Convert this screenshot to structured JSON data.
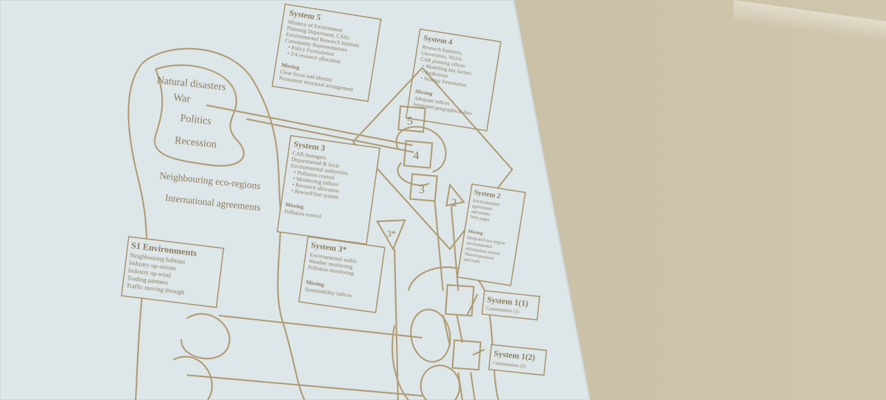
{
  "slide": {
    "system5": {
      "title": "System 5",
      "lines": [
        "Ministry of Environment",
        "Planning Department, CAEs",
        "Environmental Research Institute",
        "Community Representatives",
        "• Policy Formulation",
        "• 3/4 resource allocation"
      ],
      "missing_title": "Missing",
      "missing_lines": [
        "Clear focus and identity",
        "Permanent structural arrangement"
      ]
    },
    "system4": {
      "title": "System 4",
      "lines": [
        "Research Institutes,",
        "Universities, NGOs",
        "CAR planning offices",
        "• Modelling key factors",
        "• Predictions",
        "• Strategy formulation"
      ],
      "missing_title": "Missing",
      "missing_lines": [
        "Adequate indices",
        "Integrated geographical data"
      ]
    },
    "system3": {
      "title": "System 3",
      "lines": [
        "CAR managers",
        "Departmental & local",
        "Environmental authorities",
        "• Pollution control",
        "• Monitoring indices",
        "• Resource allocation",
        "• Reward/fine system"
      ],
      "missing_title": "Missing",
      "missing_lines": [
        "Pollution control"
      ]
    },
    "system3star": {
      "title": "System 3*",
      "lines": [
        "Environmental audits",
        "Weather monitoring",
        "Pollution monitoring"
      ],
      "missing_title": "Missing",
      "missing_lines": [
        "Sustainability indices"
      ]
    },
    "system2": {
      "title": "System 2",
      "lines": [
        "Environmental",
        "agreements",
        "and norms.",
        "Web pages"
      ],
      "missing_title": "Missing",
      "missing_lines": [
        "Integrated eco-region",
        "environmental",
        "information system",
        "Shared practices",
        "and tools"
      ]
    },
    "s1env": {
      "title": "S1 Environments",
      "lines": [
        "Neighbouring habitats",
        "Industry up-stream",
        "Industry up-wind",
        "Trading partners",
        "Traffic moving through"
      ]
    },
    "system1_1": {
      "title": "System 1(1)",
      "sub": "Communities (1)"
    },
    "system1_2": {
      "title": "System 1(2)",
      "sub": "Communities (2)"
    },
    "environment": {
      "bubble": [
        "Natural disasters",
        "War",
        "Politics",
        "Recession"
      ],
      "neighbouring": "Neighbouring eco-regions",
      "international": "International agreements"
    },
    "vsm_labels": {
      "n5": "5",
      "n4": "4",
      "n3": "3",
      "n2": "2",
      "n3s": "3*"
    }
  },
  "colors": {
    "ink": "#9a8762",
    "screen": "#dfe8ea",
    "wall": "#c9bfa4"
  }
}
